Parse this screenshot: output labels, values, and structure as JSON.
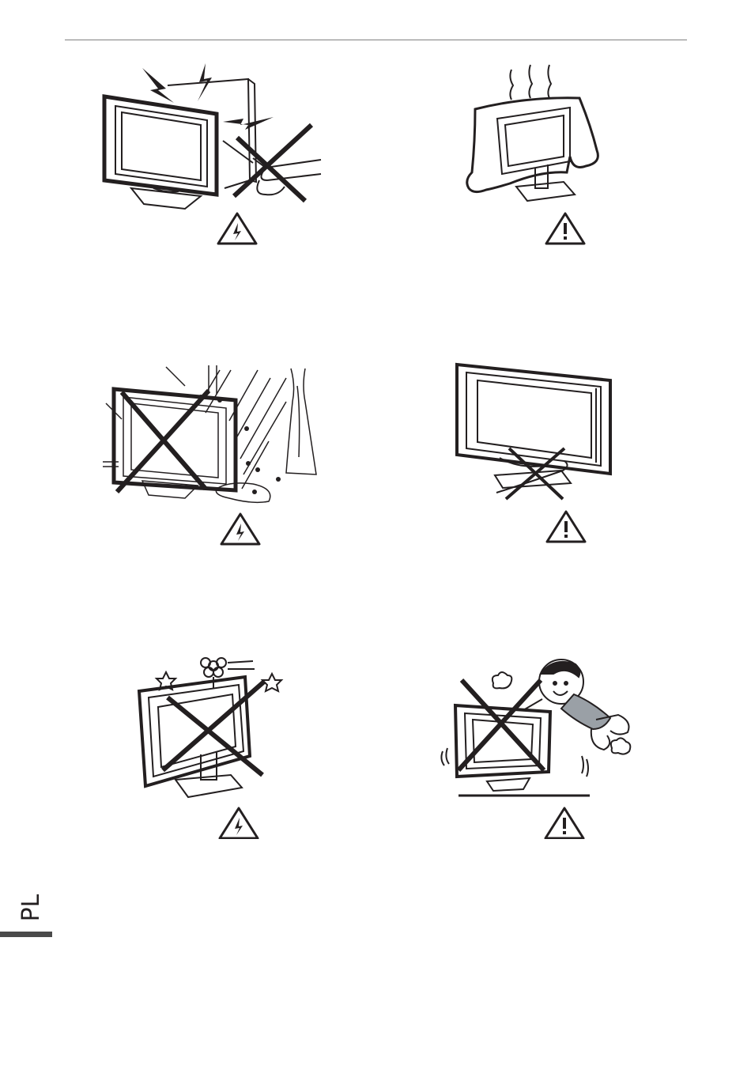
{
  "page": {
    "language_tab": "PL"
  },
  "panels": [
    {
      "id": "no-open-cabinet",
      "prohibited": true,
      "warning_symbol": "electric-shock-warning-icon"
    },
    {
      "id": "no-covering",
      "prohibited": false,
      "warning_symbol": "caution-warning-icon"
    },
    {
      "id": "no-rain-moisture",
      "prohibited": true,
      "warning_symbol": "electric-shock-warning-icon"
    },
    {
      "id": "no-cable-under-stand",
      "prohibited": true,
      "warning_symbol": "caution-warning-icon"
    },
    {
      "id": "no-objects-on-top",
      "prohibited": true,
      "warning_symbol": "electric-shock-warning-icon"
    },
    {
      "id": "no-climbing",
      "prohibited": true,
      "warning_symbol": "caution-warning-icon"
    }
  ]
}
